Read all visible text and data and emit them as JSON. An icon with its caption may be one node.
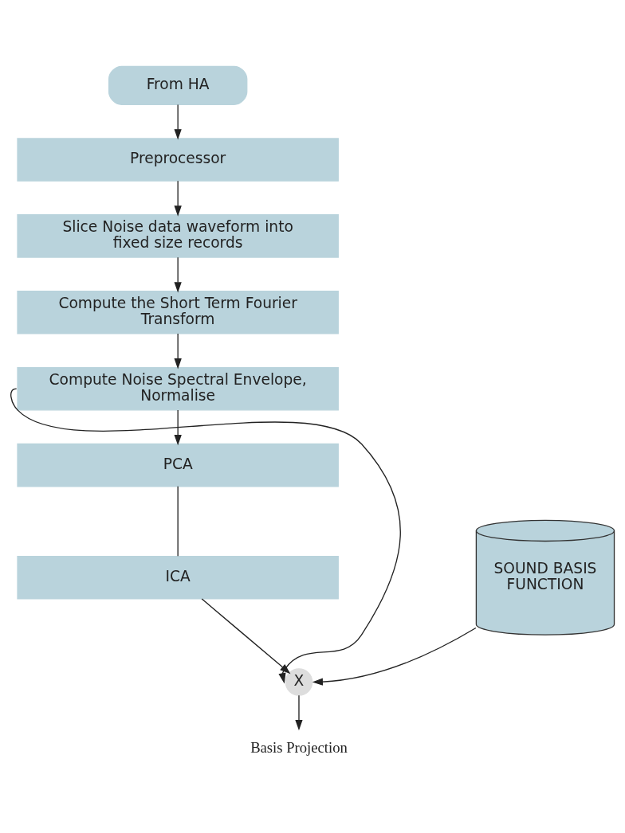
{
  "diagram": {
    "nodes": [
      {
        "text": [
          "From HA"
        ]
      },
      {
        "text": [
          "Preprocessor"
        ]
      },
      {
        "text": [
          "Slice Noise data waveform into fixed size records"
        ]
      },
      {
        "text": [
          "Compute the Short Term Fourier Transform"
        ]
      },
      {
        "text": [
          "Compute Noise Spectral Envelope, Normalise"
        ]
      },
      {
        "text": [
          "PCA"
        ]
      },
      {
        "text": [
          "ICA"
        ]
      },
      {
        "text": [
          "SOUND BASIS FUNCTION"
        ]
      },
      {
        "text": [
          "X"
        ]
      },
      {
        "text": [
          "Basis Projection"
        ]
      }
    ],
    "edges": [
      {
        "from": 0,
        "to": 1,
        "arrow": "to"
      },
      {
        "from": 1,
        "to": 2,
        "arrow": "to"
      },
      {
        "from": 2,
        "to": 3,
        "arrow": "to"
      },
      {
        "from": 3,
        "to": 4,
        "arrow": "to"
      },
      {
        "from": 4,
        "to": 5,
        "arrow": "to"
      },
      {
        "from": 5,
        "to": 6,
        "arrow": "none"
      },
      {
        "from": 6,
        "to": 8,
        "arrow": "to"
      },
      {
        "from": 4,
        "to": 8,
        "arrow": "to"
      },
      {
        "from": 7,
        "to": 8,
        "arrow": "to"
      },
      {
        "from": 8,
        "to": 9,
        "arrow": "to"
      }
    ]
  }
}
